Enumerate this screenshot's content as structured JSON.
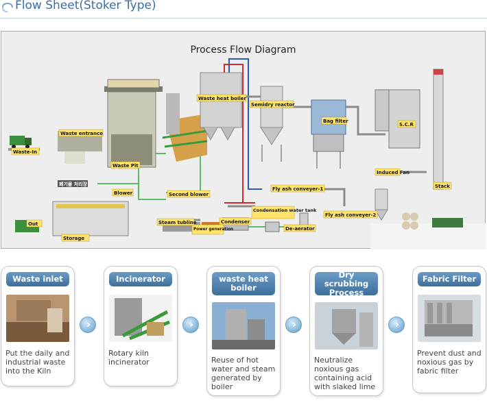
{
  "header": {
    "title": "Flow Sheet(Stoker Type)",
    "icon": "page-bullet-icon"
  },
  "diagram": {
    "title": "Process Flow Diagram",
    "labels": {
      "waste_in": "Waste-In",
      "waste_entrance": "Waste entrance",
      "waste_pit": "Waste Pit",
      "blower": "Blower",
      "second_blower": "Second blower",
      "waste_heat_boiler": "Waste heat boiler",
      "semidry_reactor": "Semidry reactor",
      "bag_filter": "Bag filter",
      "scr": "S.C.R",
      "induced_fan": "Induced Fan",
      "stack": "Stack",
      "fly_ash_1": "Fly ash conveyer-1",
      "fly_ash_2": "Fly ash conveyer-2",
      "condensation_tank": "Condensation water tank",
      "de_aerator": "De-aerator",
      "condenser": "Condenser",
      "power_generation": "Power generation",
      "steam_turbine": "Steam tubline",
      "out": "Out",
      "storage": "Storage",
      "korean_sign": "폐기물 처리장"
    }
  },
  "steps": [
    {
      "title": "Waste inlet",
      "description": "Put the daily and industrial waste into the Kiln"
    },
    {
      "title": "Incinerator",
      "description": "Rotary kiln incinerator"
    },
    {
      "title": "waste heat boiler",
      "description": "Reuse of  hot water and steam generated by boiler"
    },
    {
      "title": "Dry scrubbing Process",
      "description": "Neutralize noxious gas containing acid with slaked lime"
    },
    {
      "title": "Fabric Filter",
      "description": "Prevent dust and noxious gas by fabric filter"
    }
  ],
  "colors": {
    "title_blue": "#3a6ea5",
    "tab_blue": "#4f80ad",
    "pipe_green": "#2eaa3c",
    "pipe_red": "#d0282b",
    "pipe_blue": "#2a58b8"
  }
}
